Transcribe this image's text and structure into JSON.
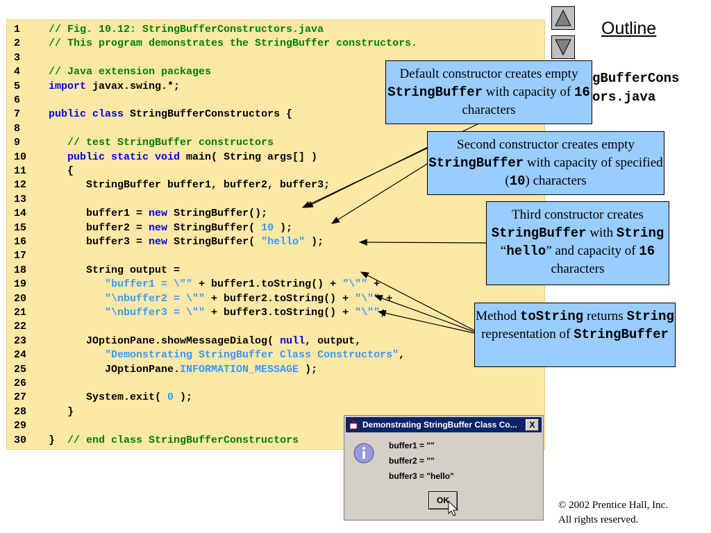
{
  "code_lines": [
    {
      "n": "1",
      "parts": [
        {
          "t": "// Fig. 10.12: StringBufferConstructors.java",
          "c": "comment"
        }
      ]
    },
    {
      "n": "2",
      "parts": [
        {
          "t": "// This program demonstrates the StringBuffer constructors.",
          "c": "comment"
        }
      ]
    },
    {
      "n": "3",
      "parts": []
    },
    {
      "n": "4",
      "parts": [
        {
          "t": "// Java extension packages",
          "c": "comment"
        }
      ]
    },
    {
      "n": "5",
      "parts": [
        {
          "t": "import",
          "c": "kw"
        },
        {
          "t": " javax.swing.*;",
          "c": "plain"
        }
      ]
    },
    {
      "n": "6",
      "parts": []
    },
    {
      "n": "7",
      "parts": [
        {
          "t": "public class",
          "c": "kw"
        },
        {
          "t": " StringBufferConstructors {",
          "c": "plain"
        }
      ]
    },
    {
      "n": "8",
      "parts": []
    },
    {
      "n": "9",
      "parts": [
        {
          "t": "   // test StringBuffer constructors",
          "c": "comment"
        }
      ]
    },
    {
      "n": "10",
      "parts": [
        {
          "t": "   public static void",
          "c": "kw"
        },
        {
          "t": " main( String args[] )",
          "c": "plain"
        }
      ]
    },
    {
      "n": "11",
      "parts": [
        {
          "t": "   {",
          "c": "plain"
        }
      ]
    },
    {
      "n": "12",
      "parts": [
        {
          "t": "      StringBuffer buffer1, buffer2, buffer3;",
          "c": "plain"
        }
      ]
    },
    {
      "n": "13",
      "parts": []
    },
    {
      "n": "14",
      "parts": [
        {
          "t": "      buffer1 = ",
          "c": "plain"
        },
        {
          "t": "new",
          "c": "kw"
        },
        {
          "t": " StringBuffer();",
          "c": "plain"
        }
      ]
    },
    {
      "n": "15",
      "parts": [
        {
          "t": "      buffer2 = ",
          "c": "plain"
        },
        {
          "t": "new",
          "c": "kw"
        },
        {
          "t": " StringBuffer( ",
          "c": "plain"
        },
        {
          "t": "10",
          "c": "lit"
        },
        {
          "t": " );",
          "c": "plain"
        }
      ]
    },
    {
      "n": "16",
      "parts": [
        {
          "t": "      buffer3 = ",
          "c": "plain"
        },
        {
          "t": "new",
          "c": "kw"
        },
        {
          "t": " StringBuffer( ",
          "c": "plain"
        },
        {
          "t": "\"hello\"",
          "c": "lit"
        },
        {
          "t": " );",
          "c": "plain"
        }
      ]
    },
    {
      "n": "17",
      "parts": []
    },
    {
      "n": "18",
      "parts": [
        {
          "t": "      String output =",
          "c": "plain"
        }
      ]
    },
    {
      "n": "19",
      "parts": [
        {
          "t": "         ",
          "c": "plain"
        },
        {
          "t": "\"buffer1 = \\\"\"",
          "c": "lit"
        },
        {
          "t": " + buffer1.toString() + ",
          "c": "plain"
        },
        {
          "t": "\"\\\"\"",
          "c": "lit"
        },
        {
          "t": " +",
          "c": "plain"
        }
      ]
    },
    {
      "n": "20",
      "parts": [
        {
          "t": "         ",
          "c": "plain"
        },
        {
          "t": "\"\\nbuffer2 = \\\"\"",
          "c": "lit"
        },
        {
          "t": " + buffer2.toString() + ",
          "c": "plain"
        },
        {
          "t": "\"\\\"\"",
          "c": "lit"
        },
        {
          "t": " +",
          "c": "plain"
        }
      ]
    },
    {
      "n": "21",
      "parts": [
        {
          "t": "         ",
          "c": "plain"
        },
        {
          "t": "\"\\nbuffer3 = \\\"\"",
          "c": "lit"
        },
        {
          "t": " + buffer3.toString() + ",
          "c": "plain"
        },
        {
          "t": "\"\\\"\"",
          "c": "lit"
        },
        {
          "t": ";",
          "c": "plain"
        }
      ]
    },
    {
      "n": "22",
      "parts": []
    },
    {
      "n": "23",
      "parts": [
        {
          "t": "      JOptionPane.showMessageDialog( ",
          "c": "plain"
        },
        {
          "t": "null",
          "c": "kw"
        },
        {
          "t": ", output,",
          "c": "plain"
        }
      ]
    },
    {
      "n": "24",
      "parts": [
        {
          "t": "         ",
          "c": "plain"
        },
        {
          "t": "\"Demonstrating StringBuffer Class Constructors\"",
          "c": "lit"
        },
        {
          "t": ",",
          "c": "plain"
        }
      ]
    },
    {
      "n": "25",
      "parts": [
        {
          "t": "         JOptionPane.",
          "c": "plain"
        },
        {
          "t": "INFORMATION_MESSAGE",
          "c": "lit"
        },
        {
          "t": " );",
          "c": "plain"
        }
      ]
    },
    {
      "n": "26",
      "parts": []
    },
    {
      "n": "27",
      "parts": [
        {
          "t": "      System.exit( ",
          "c": "plain"
        },
        {
          "t": "0",
          "c": "lit"
        },
        {
          "t": " );",
          "c": "plain"
        }
      ]
    },
    {
      "n": "28",
      "parts": [
        {
          "t": "   }",
          "c": "plain"
        }
      ]
    },
    {
      "n": "29",
      "parts": []
    },
    {
      "n": "30",
      "parts": [
        {
          "t": "}  ",
          "c": "plain"
        },
        {
          "t": "// end class StringBufferConstructors",
          "c": "comment"
        }
      ]
    }
  ],
  "outline": {
    "title": "Outline",
    "filename_line1": "StringBufferCons",
    "filename_line2": "tructors.java"
  },
  "nav": {
    "up_icon": "triangle-up-icon",
    "down_icon": "triangle-down-icon"
  },
  "callouts": [
    {
      "id": "default",
      "parts": [
        {
          "t": "Default constructor creates empty ",
          "m": false
        },
        {
          "t": "StringBuffer",
          "m": true
        },
        {
          "t": " with capacity of ",
          "m": false
        },
        {
          "t": "16",
          "m": true
        },
        {
          "t": " characters",
          "m": false
        }
      ]
    },
    {
      "id": "second",
      "parts": [
        {
          "t": "Second constructor creates empty ",
          "m": false
        },
        {
          "t": "StringBuffer",
          "m": true
        },
        {
          "t": " with capacity of specified (",
          "m": false
        },
        {
          "t": "10",
          "m": true
        },
        {
          "t": ") characters",
          "m": false
        }
      ]
    },
    {
      "id": "third",
      "parts": [
        {
          "t": "Third constructor creates ",
          "m": false
        },
        {
          "t": "StringBuffer",
          "m": true
        },
        {
          "t": " with ",
          "m": false
        },
        {
          "t": "String",
          "m": true
        },
        {
          "t": " “",
          "m": false
        },
        {
          "t": "hello",
          "m": true
        },
        {
          "t": "” and capacity of ",
          "m": false
        },
        {
          "t": "16",
          "m": true
        },
        {
          "t": " characters",
          "m": false
        }
      ]
    },
    {
      "id": "tostring",
      "parts": [
        {
          "t": "Method ",
          "m": false
        },
        {
          "t": "toString",
          "m": true
        },
        {
          "t": " returns ",
          "m": false
        },
        {
          "t": "String",
          "m": true
        },
        {
          "t": " representation of ",
          "m": false
        },
        {
          "t": "StringBuffer",
          "m": true
        }
      ]
    }
  ],
  "dialog": {
    "title": "Demonstrating StringBuffer Class Co...",
    "close_label": "X",
    "messages": [
      "buffer1 = \"\"",
      "buffer2 = \"\"",
      "buffer3 = \"hello\""
    ],
    "ok_label": "OK",
    "icon": "information-icon"
  },
  "copyright": {
    "line1": "© 2002 Prentice Hall, Inc.",
    "line2": "All rights reserved."
  },
  "colors": {
    "code_bg": "#fde8a6",
    "callout_bg": "#99ccff",
    "comment": "#008000",
    "keyword": "#0000ee",
    "literal": "#3399ff"
  }
}
